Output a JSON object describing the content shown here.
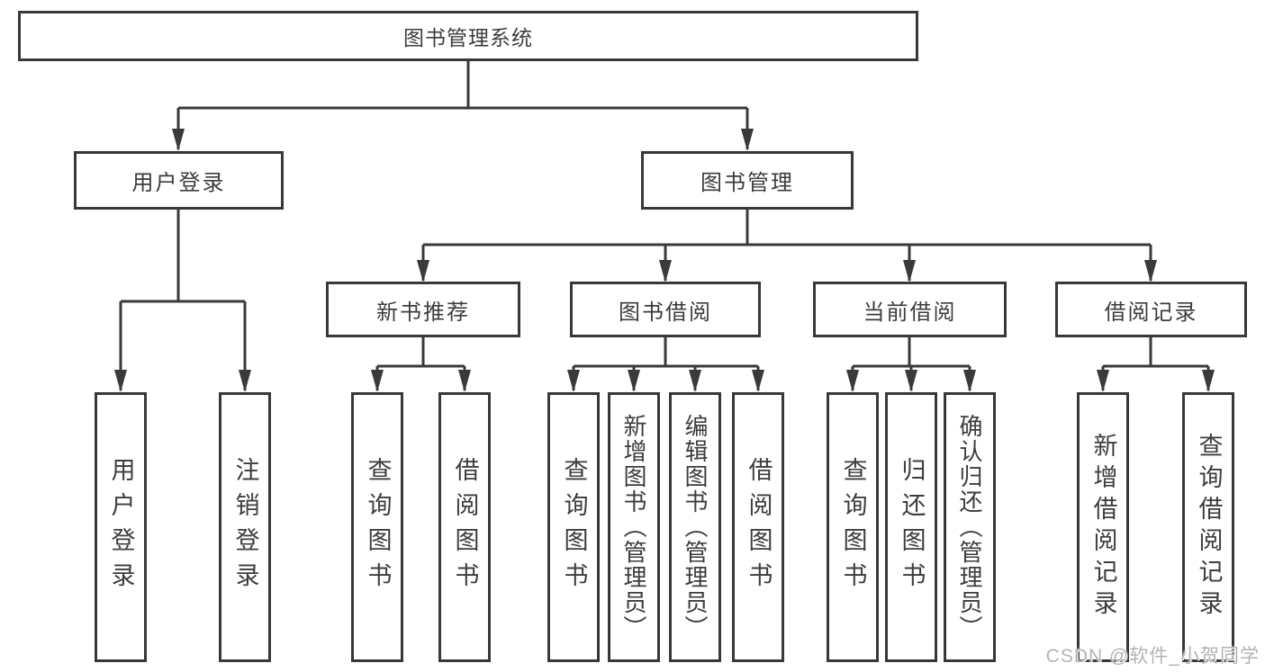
{
  "diagram": {
    "root": {
      "label": "图书管理系统"
    },
    "level2": [
      {
        "id": "user-login",
        "label": "用户登录"
      },
      {
        "id": "book-management",
        "label": "图书管理"
      }
    ],
    "level3": [
      {
        "id": "new-book-recommendation",
        "label": "新书推荐"
      },
      {
        "id": "book-borrowing",
        "label": "图书借阅"
      },
      {
        "id": "current-borrowing",
        "label": "当前借阅"
      },
      {
        "id": "borrowing-records",
        "label": "借阅记录"
      }
    ],
    "leaves": [
      {
        "parent": "user-login",
        "label": "用户登录"
      },
      {
        "parent": "user-login",
        "label": "注销登录"
      },
      {
        "parent": "new-book-recommendation",
        "label": "查询图书"
      },
      {
        "parent": "new-book-recommendation",
        "label": "借阅图书"
      },
      {
        "parent": "book-borrowing",
        "label": "查询图书"
      },
      {
        "parent": "book-borrowing",
        "label": "新增图书（管理员）"
      },
      {
        "parent": "book-borrowing",
        "label": "编辑图书（管理员）"
      },
      {
        "parent": "book-borrowing",
        "label": "借阅图书"
      },
      {
        "parent": "current-borrowing",
        "label": "查询图书"
      },
      {
        "parent": "current-borrowing",
        "label": "归还图书"
      },
      {
        "parent": "current-borrowing",
        "label": "确认归还（管理员）"
      },
      {
        "parent": "borrowing-records",
        "label": "新增借阅记录"
      },
      {
        "parent": "borrowing-records",
        "label": "查询借阅记录"
      }
    ]
  },
  "watermark": "CSDN @软件_小贺同学",
  "colors": {
    "line": "#3a3a3a",
    "border": "#383838",
    "text": "#3d3d3d",
    "watermark": "#b3b3b3",
    "background": "#ffffff"
  }
}
